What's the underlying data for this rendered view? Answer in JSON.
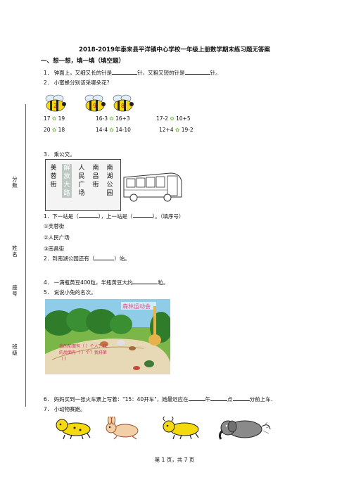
{
  "title": "2018-2019年泰来县平洋镇中心学校一年级上册数学期末练习题无答案",
  "section1": "一、想一想，填一填（填空题）",
  "q1": {
    "a": "1． 钟面上，又细又长的针是",
    "b": "针，又粗又短的针是",
    "c": "针。"
  },
  "q2": {
    "text": "2． 小蜜蜂分别该采哪朵花?"
  },
  "bees": [
    "2",
    "9",
    "8"
  ],
  "ops_row1": [
    "17",
    "19",
    "16-3",
    "16+3",
    "17-2",
    "10+5"
  ],
  "ops_row2": [
    "20",
    "18",
    "14-4",
    "14-10",
    "12+4",
    "19-2"
  ],
  "q3": {
    "text": "3． 乘公交。"
  },
  "board_cols": [
    {
      "chars": [
        "美",
        "蓉",
        "街"
      ],
      "highlight": false
    },
    {
      "chars": [
        "解",
        "放",
        "大",
        "路"
      ],
      "highlight": true
    },
    {
      "chars": [
        "人",
        "民",
        "广",
        "场"
      ],
      "highlight": false
    },
    {
      "chars": [
        "南",
        "昌",
        "街"
      ],
      "highlight": false
    },
    {
      "chars": [
        "南",
        "湖",
        "公",
        "园"
      ],
      "highlight": false
    }
  ],
  "q3_sub1": {
    "a": "1．下一站是（",
    "b": "），上一站是（",
    "c": "）。（填序号）"
  },
  "q3_opts": [
    "①芙蓉街",
    "②人民广场",
    "③南昌街"
  ],
  "q3_sub2": {
    "a": "2．到南湖公园还有（",
    "b": "）站。"
  },
  "q4": {
    "a": "4． 一满瓶黄豆400粒，半瓶黄豆大约",
    "b": "粒。"
  },
  "q5": {
    "text": "5． 说说小兔的名次。"
  },
  "scene": {
    "banner": "森林运动会",
    "speech": "我的前面有（ ）个人？我的后面有（ ）个？我排第（ ）"
  },
  "q6": {
    "a": "6． 妈妈买到一张火车票上写着：\"15：40开车\"，她最迟应在",
    "b": "午",
    "c": "点",
    "d": "分前上车．"
  },
  "q7": {
    "text": "7． 小动物赛跑。"
  },
  "margin": {
    "score": "分数",
    "name": "姓名",
    "id": "座号",
    "class": "班级"
  },
  "footer": "第 1 页，共 7 页",
  "colors": {
    "sky": "#8fcce8",
    "grass": "#7ab648",
    "tree": "#2f7d2a",
    "road": "#e7d9b5",
    "yellow": "#f5d90f"
  }
}
